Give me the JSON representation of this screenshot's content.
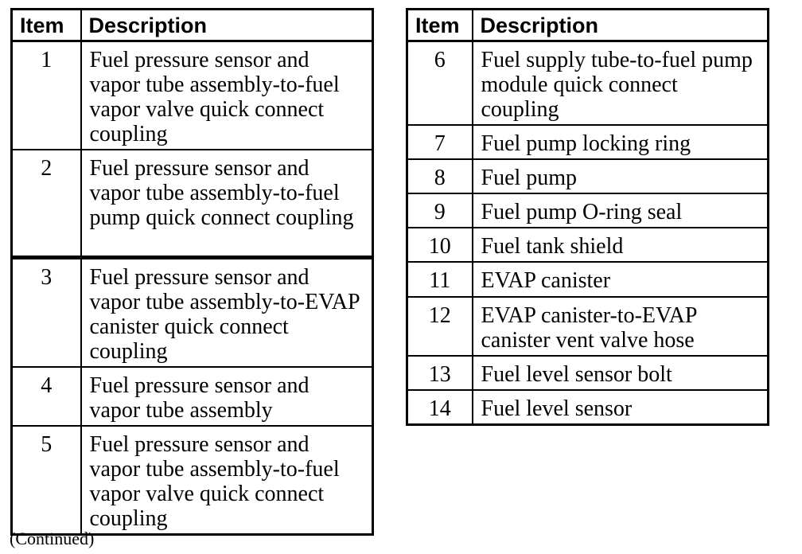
{
  "page": {
    "background_color": "#ffffff",
    "text_color": "#000000",
    "border_color": "#000000"
  },
  "continued_note": "(Continued)",
  "tables": [
    {
      "name": "parts-table-items-1-5",
      "headers": {
        "item": "Item",
        "description": "Description"
      },
      "rows": [
        {
          "item": "1",
          "description": "Fuel pressure sensor and\nvapor tube assembly-to-fuel\nvapor valve quick connect\ncoupling"
        },
        {
          "item": "2",
          "description": "Fuel pressure sensor and\nvapor tube assembly-to-fuel\npump quick connect coupling"
        },
        {
          "item": "3",
          "description": "Fuel pressure sensor and\nvapor tube assembly-to-EVAP\ncanister quick connect\ncoupling"
        },
        {
          "item": "4",
          "description": "Fuel pressure sensor and\nvapor tube assembly"
        },
        {
          "item": "5",
          "description": "Fuel pressure sensor and\nvapor tube assembly-to-fuel\nvapor valve quick connect\ncoupling"
        }
      ]
    },
    {
      "name": "parts-table-items-6-14",
      "headers": {
        "item": "Item",
        "description": "Description"
      },
      "rows": [
        {
          "item": "6",
          "description": "Fuel supply tube-to-fuel pump\nmodule quick connect\ncoupling"
        },
        {
          "item": "7",
          "description": "Fuel pump locking ring"
        },
        {
          "item": "8",
          "description": "Fuel pump"
        },
        {
          "item": "9",
          "description": "Fuel pump O-ring seal"
        },
        {
          "item": "10",
          "description": "Fuel tank shield"
        },
        {
          "item": "11",
          "description": "EVAP canister"
        },
        {
          "item": "12",
          "description": "EVAP canister-to-EVAP\ncanister vent valve hose"
        },
        {
          "item": "13",
          "description": "Fuel level sensor bolt"
        },
        {
          "item": "14",
          "description": "Fuel level sensor"
        }
      ]
    }
  ]
}
